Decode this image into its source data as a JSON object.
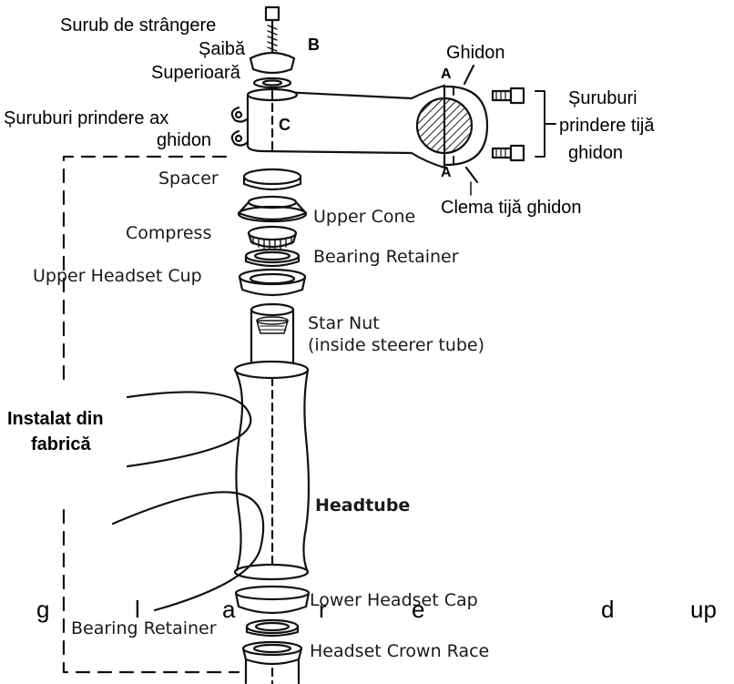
{
  "labels": {
    "surub_strangere": "Surub de strângere",
    "saiba_superioara_1": "Șaibă",
    "saiba_superioara_2": "Superioară",
    "letter_b": "B",
    "ghidon": "Ghidon",
    "letter_a_top": "A",
    "letter_a_bottom": "A",
    "letter_c": "C",
    "suruburi_ax_1": "Șuruburi prindere ax",
    "suruburi_ax_2": "ghidon",
    "suruburi_tija_1": "Șuruburi",
    "suruburi_tija_2": "prindere tijă",
    "suruburi_tija_3": "ghidon",
    "clema": "Clema tijă ghidon",
    "spacer": "Spacer",
    "upper_cone": "Upper Cone",
    "compress": "Compress",
    "bearing_retainer_top": "Bearing Retainer",
    "upper_headset_cup": "Upper Headset Cup",
    "star_nut_1": "Star Nut",
    "star_nut_2": "(inside steerer tube)",
    "instalat_1": "Instalat din",
    "instalat_2": "fabrică",
    "headtube": "Headtube",
    "lower_headset_cap": "Lower Headset Cap",
    "bearing_retainer_bottom": "Bearing Retainer",
    "headset_crown_race": "Headset Crown Race"
  },
  "overlay_text": [
    "g",
    "l",
    "a",
    "r",
    "e",
    "d",
    "up"
  ]
}
